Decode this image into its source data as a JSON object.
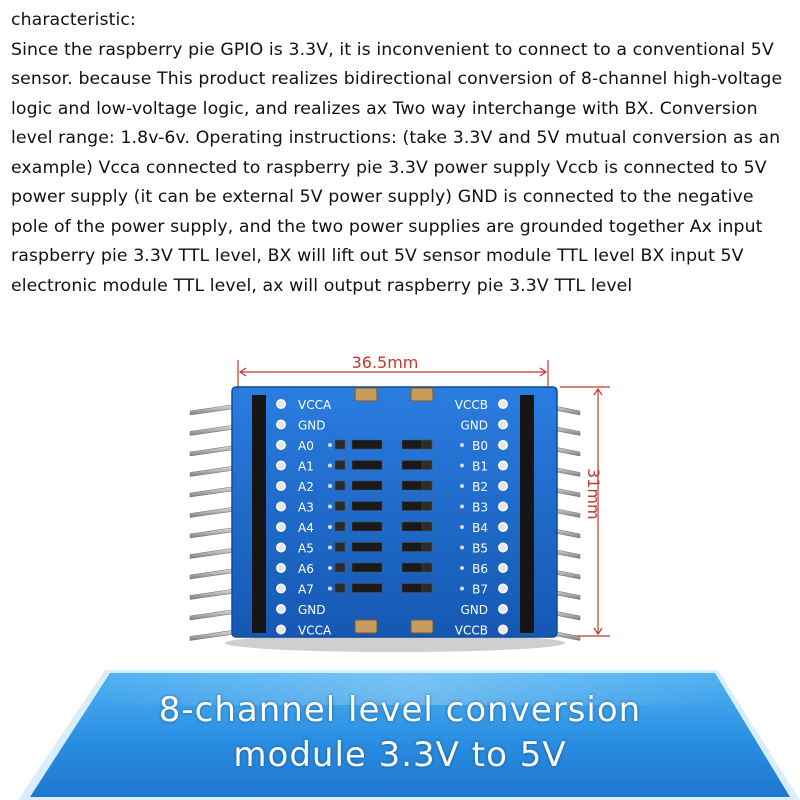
{
  "description": {
    "heading": "characteristic:",
    "body": "Since the raspberry pie GPIO is 3.3V, it is inconvenient to connect to a conventional 5V sensor. because This product realizes bidirectional conversion of 8-channel high-voltage logic and low-voltage logic, and realizes ax Two way interchange with BX. Conversion level range: 1.8v-6v. Operating instructions: (take 3.3V and 5V mutual conversion as an example) Vcca connected to raspberry pie 3.3V power supply Vccb is connected to 5V power supply (it can be external 5V power supply) GND is connected to the negative pole of the power supply, and the two power supplies are grounded together Ax input raspberry pie 3.3V TTL level, BX will lift out 5V sensor module TTL level BX input 5V electronic module TTL level, ax will output raspberry pie 3.3V TTL level"
  },
  "board": {
    "width_label": "36.5mm",
    "height_label": "31mm",
    "left_pins": [
      "VCCA",
      "GND",
      "A0",
      "A1",
      "A2",
      "A3",
      "A4",
      "A5",
      "A6",
      "A7",
      "GND",
      "VCCA"
    ],
    "right_pins": [
      "VCCB",
      "GND",
      "B0",
      "B1",
      "B2",
      "B3",
      "B4",
      "B5",
      "B6",
      "B7",
      "GND",
      "VCCB"
    ]
  },
  "banner": {
    "line1": "8-channel level conversion",
    "line2": "module 3.3V to 5V"
  },
  "colors": {
    "pcb_blue": "#1f6fd1",
    "banner_blue": "#2b8fe0",
    "dimension_red": "#c0392b"
  }
}
